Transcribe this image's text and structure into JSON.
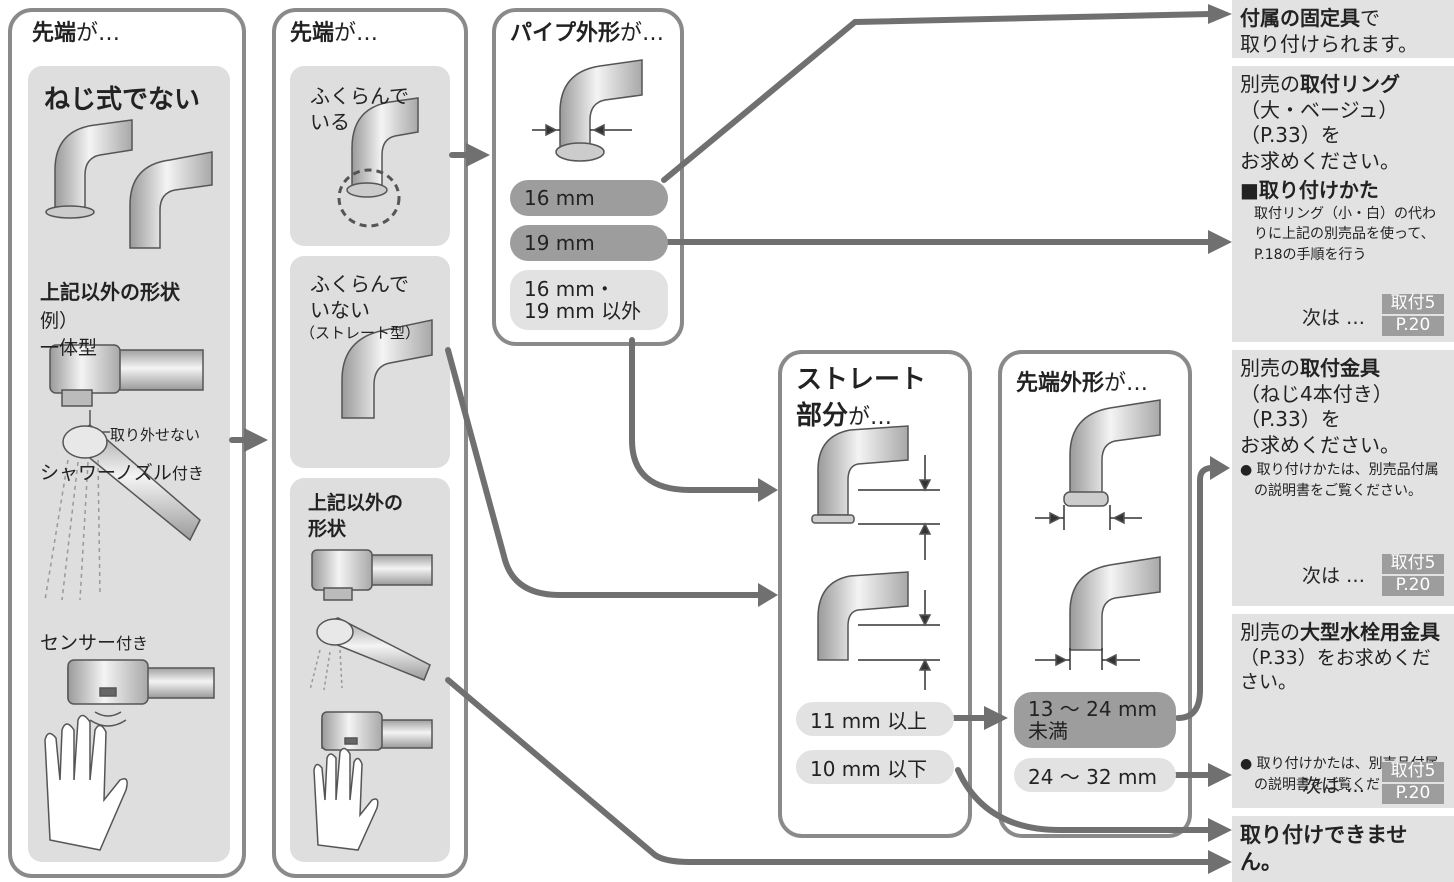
{
  "col1": {
    "head_bold": "先端",
    "head_rest": "が…",
    "title": "ねじ式でない",
    "other_shape": "上記以外の形状",
    "example": "例）",
    "one_piece": "一体型",
    "not_removable": "取り外せない",
    "shower_bold": "シャワーノズル",
    "shower_rest": "付き",
    "sensor_bold": "センサー",
    "sensor_rest": "付き"
  },
  "col2": {
    "head_bold": "先端",
    "head_rest": "が…",
    "swollen_1": "ふくらんで",
    "swollen_2": "いる",
    "notswollen_1": "ふくらんで",
    "notswollen_2": "いない",
    "straight_type": "（ストレート型）",
    "other_1": "上記以外の",
    "other_2": "形状"
  },
  "col3": {
    "head_bold": "パイプ外形",
    "head_rest": "が…",
    "opt_16": "16 mm",
    "opt_19": "19 mm",
    "opt_other_1": "16 mm・",
    "opt_other_2": "19 mm 以外"
  },
  "col4": {
    "head_line1": "ストレート",
    "head_line2_bold": "部分",
    "head_rest": "が…",
    "opt_over": "11 mm 以上",
    "opt_under": "10 mm 以下"
  },
  "col5": {
    "head_bold": "先端外形",
    "head_rest": "が…",
    "opt_13_1": "13 ～ 24 mm",
    "opt_13_2": "未満",
    "opt_24": "24 ～ 32 mm"
  },
  "results": {
    "r1_bold": "付属の固定具",
    "r1_rest": "で",
    "r1_line2": "取り付けられます。",
    "r2_pre": "別売の",
    "r2_bold": "取付リング",
    "r2_line2": "（大・ベージュ）",
    "r2_line3": "（P.33）を",
    "r2_line4": "お求めください。",
    "r2_method": "■取り付けかた",
    "r2_note1": "取付リング（小・白）の代わ",
    "r2_note2": "りに上記の別売品を使って、",
    "r2_note3": "P.18の手順を行う",
    "next": "次は …",
    "tag_top": "取付5",
    "tag_bot": "P.20",
    "r3_pre": "別売の",
    "r3_bold": "取付金具",
    "r3_line2": "（ねじ4本付き）",
    "r3_line3": "（P.33）を",
    "r3_line4": "お求めください。",
    "r3_note1": "● 取り付けかたは、別売品付属",
    "r3_note2": "の説明書をご覧ください。",
    "r4_pre": "別売の",
    "r4_bold": "大型水栓用金具",
    "r4_line2": "（P.33）をお求めください。",
    "r4_note1": "● 取り付けかたは、別売品付属",
    "r4_note2": "の説明書をご覧ください。",
    "r5": "取り付けできません。"
  },
  "colors": {
    "border": "#8a8a8a",
    "inner": "#dedede",
    "arrow": "#707070",
    "pill_dark": "#9d9d9d",
    "pill_light": "#e2e2e2"
  }
}
